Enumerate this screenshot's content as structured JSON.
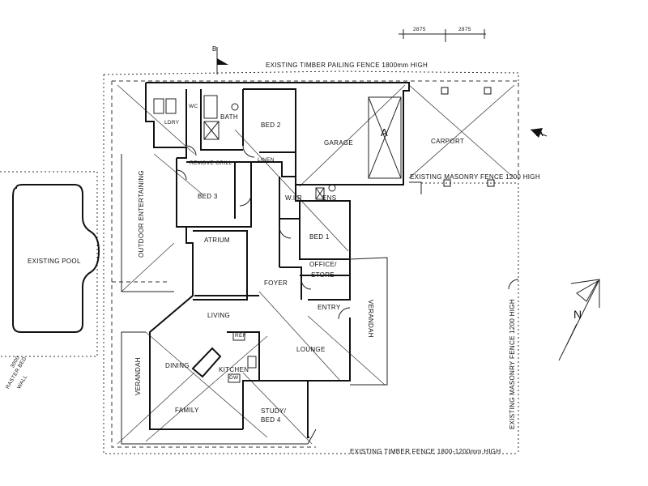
{
  "fences": {
    "top": "EXISTING TIMBER PAILING FENCE 1800mm HIGH",
    "bottom": "EXISTING TIMBER FENCE 1800-1200mm HIGH",
    "right_side": "EXISTING MASONRY FENCE 1200 HIGH",
    "garage_front": "EXISTING MASONRY FENCE 1200 HIGH"
  },
  "dimensions": {
    "left": "2875",
    "right": "2875"
  },
  "section_markers": {
    "top": "B",
    "garage": "A",
    "right": "A"
  },
  "rooms": {
    "ldry": "LDRY",
    "wc": "WC",
    "bath": "BATH",
    "bed2": "BED 2",
    "garage": "GARAGE",
    "carport": "CARPORT",
    "bed3": "BED 3",
    "linen": "LINEN",
    "remove_grill": "REMOVE GRILL",
    "wir": "W.I.R",
    "ens": "ENS",
    "bed1": "BED 1",
    "atrium": "ATRIUM",
    "office_line1": "OFFICE/",
    "office_line2": "STORE",
    "foyer": "FOYER",
    "entry": "ENTRY",
    "living": "LIVING",
    "lounge": "LOUNGE",
    "dining": "DINING",
    "kitchen": "KITCHEN",
    "family": "FAMILY",
    "study_line1": "STUDY/",
    "study_line2": "BED 4",
    "outdoor": "OUTDOOR ENTERTAINING",
    "verandah_left": "VERANDAH",
    "verandah_right": "VERANDAH",
    "ref": "REF",
    "dw": "DW"
  },
  "pool": "EXISTING POOL",
  "bed_wall": {
    "line1": "3000",
    "line2": "RASTER BED",
    "line3": "WALL"
  },
  "north_arrow": "N"
}
